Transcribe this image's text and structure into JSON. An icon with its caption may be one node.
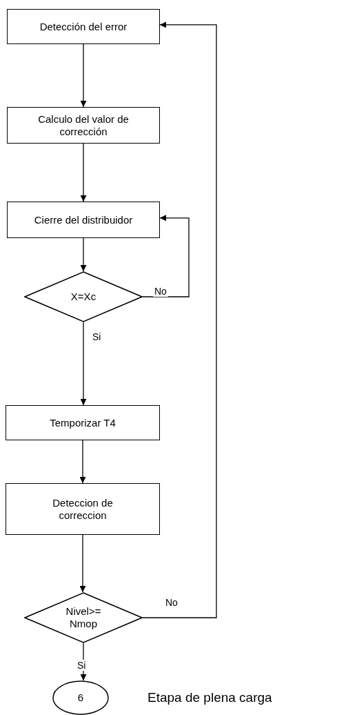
{
  "diagram": {
    "nodes": [
      {
        "text": [
          "Detección del error"
        ]
      },
      {
        "text": [
          "Calculo del valor de corrección"
        ]
      },
      {
        "text": [
          "Cierre del distribuidor"
        ]
      },
      {
        "text": [
          "X=Xc"
        ]
      },
      {
        "text": [
          "Temporizar T4"
        ]
      },
      {
        "text": [
          "Deteccion de correccion"
        ]
      },
      {
        "text": [
          "Nivel>= Nmop"
        ]
      },
      {
        "text": [
          "6"
        ],
        "beside": [
          "Etapa de plena carga"
        ]
      }
    ],
    "edges": [
      {
        "from": 0,
        "to": 1,
        "arrow": "to"
      },
      {
        "from": 1,
        "to": 2,
        "arrow": "to"
      },
      {
        "from": 2,
        "to": 3,
        "arrow": "to"
      },
      {
        "from": 3,
        "to": 2,
        "arrow": "to",
        "label": "No"
      },
      {
        "from": 3,
        "to": 4,
        "arrow": "to",
        "label": "Si"
      },
      {
        "from": 4,
        "to": 5,
        "arrow": "to"
      },
      {
        "from": 5,
        "to": 6,
        "arrow": "to"
      },
      {
        "from": 6,
        "to": 0,
        "arrow": "to",
        "label": "No"
      },
      {
        "from": 6,
        "to": 7,
        "arrow": "to",
        "label": "Si"
      }
    ]
  }
}
